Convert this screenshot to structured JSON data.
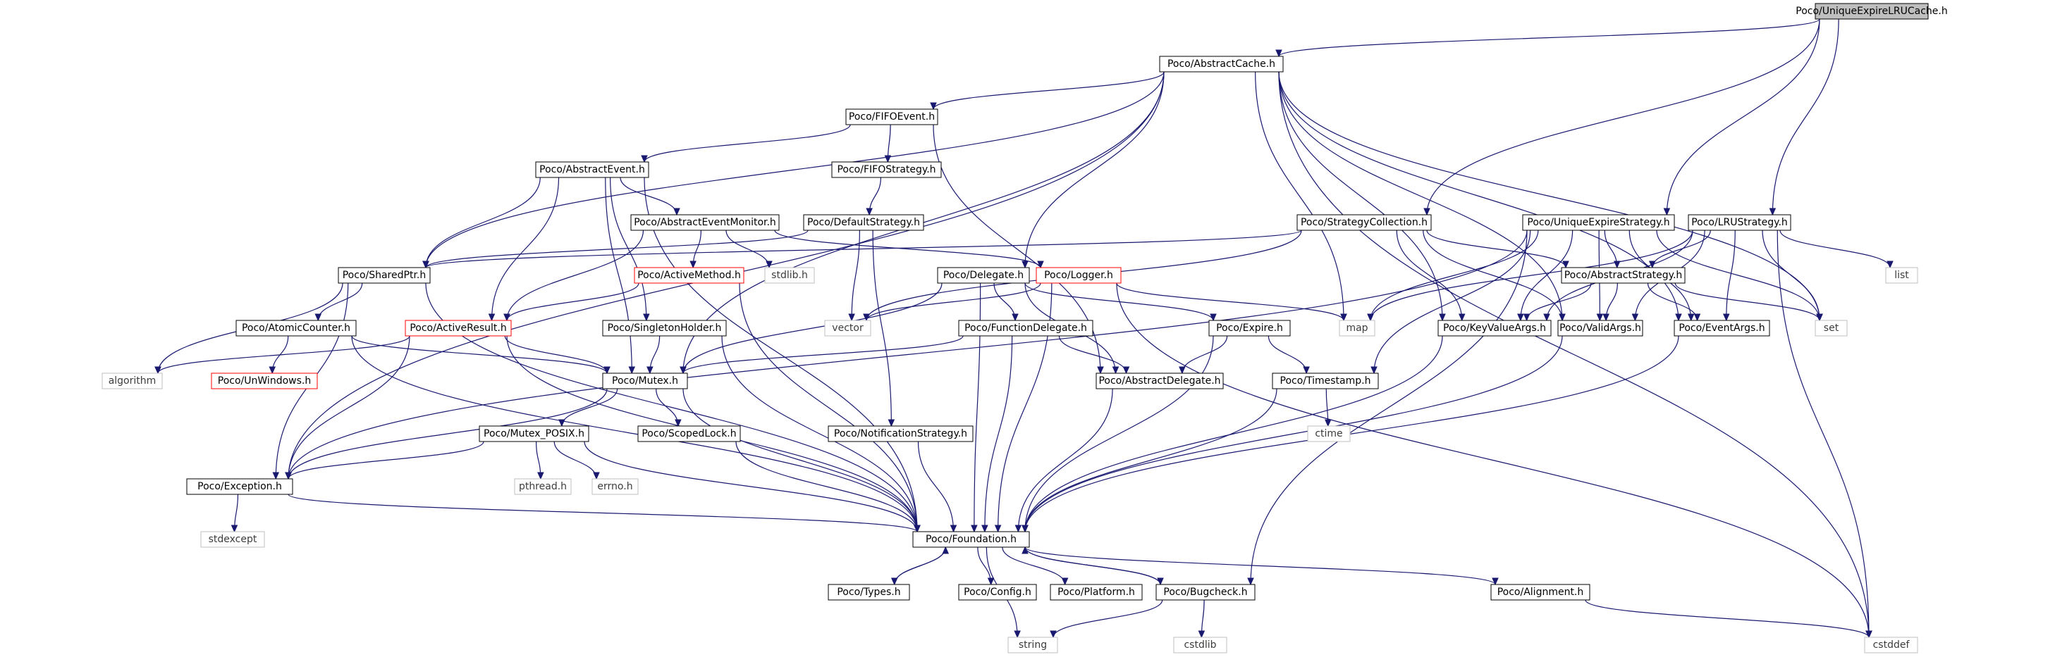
{
  "colors": {
    "edge": "#191970",
    "root_fill": "#bfbfbf",
    "missing_border": "#ff0000",
    "system_border": "#bfbfbf"
  },
  "nodes": {
    "root": "Poco/UniqueExpireLRUCache.h",
    "abstractcache": "Poco/AbstractCache.h",
    "fifoevent": "Poco/FIFOEvent.h",
    "abstractevent": "Poco/AbstractEvent.h",
    "fifostrategy": "Poco/FIFOStrategy.h",
    "defaultstrategy": "Poco/DefaultStrategy.h",
    "abstracteventmonitor": "Poco/AbstractEventMonitor.h",
    "strategycollection": "Poco/StrategyCollection.h",
    "uniqueexpirestrategy": "Poco/UniqueExpireStrategy.h",
    "lrustrategy": "Poco/LRUStrategy.h",
    "sharedptr": "Poco/SharedPtr.h",
    "activemethod": "Poco/ActiveMethod.h",
    "stdlib": "stdlib.h",
    "logger": "Poco/Logger.h",
    "delegate": "Poco/Delegate.h",
    "abstractstrategy": "Poco/AbstractStrategy.h",
    "list": "list",
    "atomiccounter": "Poco/AtomicCounter.h",
    "activeresult": "Poco/ActiveResult.h",
    "singletonholder": "Poco/SingletonHolder.h",
    "vector": "vector",
    "functiondelegate": "Poco/FunctionDelegate.h",
    "expire": "Poco/Expire.h",
    "map": "map",
    "keyvalueargs": "Poco/KeyValueArgs.h",
    "validargs": "Poco/ValidArgs.h",
    "eventargs": "Poco/EventArgs.h",
    "set": "set",
    "algorithm": "algorithm",
    "unwindows": "Poco/UnWindows.h",
    "mutex": "Poco/Mutex.h",
    "abstractdelegate": "Poco/AbstractDelegate.h",
    "timestamp": "Poco/Timestamp.h",
    "mutexposix": "Poco/Mutex_POSIX.h",
    "scopedlock": "Poco/ScopedLock.h",
    "notificationstrategy": "Poco/NotificationStrategy.h",
    "ctime": "ctime",
    "exception": "Poco/Exception.h",
    "pthread": "pthread.h",
    "errno": "errno.h",
    "stdexcept": "stdexcept",
    "foundation": "Poco/Foundation.h",
    "types": "Poco/Types.h",
    "config": "Poco/Config.h",
    "platform": "Poco/Platform.h",
    "bugcheck": "Poco/Bugcheck.h",
    "alignment": "Poco/Alignment.h",
    "string": "string",
    "cstdlib": "cstdlib",
    "cstddef": "cstddef"
  }
}
